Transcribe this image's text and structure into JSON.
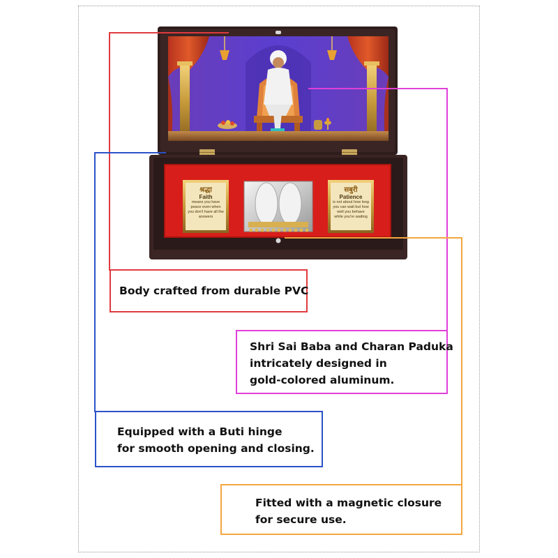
{
  "callouts": {
    "pvc": {
      "lines": [
        "Body crafted from durable PVC"
      ],
      "color": "#e03a3e"
    },
    "sai": {
      "lines": [
        "Shri Sai Baba and Charan Paduka",
        "intricately designed in",
        "gold-colored aluminum."
      ],
      "color": "#e040d8"
    },
    "hinge": {
      "lines": [
        "Equipped with a Buti hinge",
        "for smooth opening and closing."
      ],
      "color": "#2a52c8"
    },
    "magnet": {
      "lines": [
        "Fitted with a magnetic closure",
        "for secure use."
      ],
      "color": "#f4a640"
    }
  },
  "plaques": {
    "left": {
      "script": "श्रद्धा",
      "title": "Faith",
      "body": "means you have peace even when you don't have all the answers"
    },
    "right": {
      "script": "सबुरी",
      "title": "Patience",
      "body": "is not about how long you can wait but how well you behave while you're waiting"
    }
  }
}
